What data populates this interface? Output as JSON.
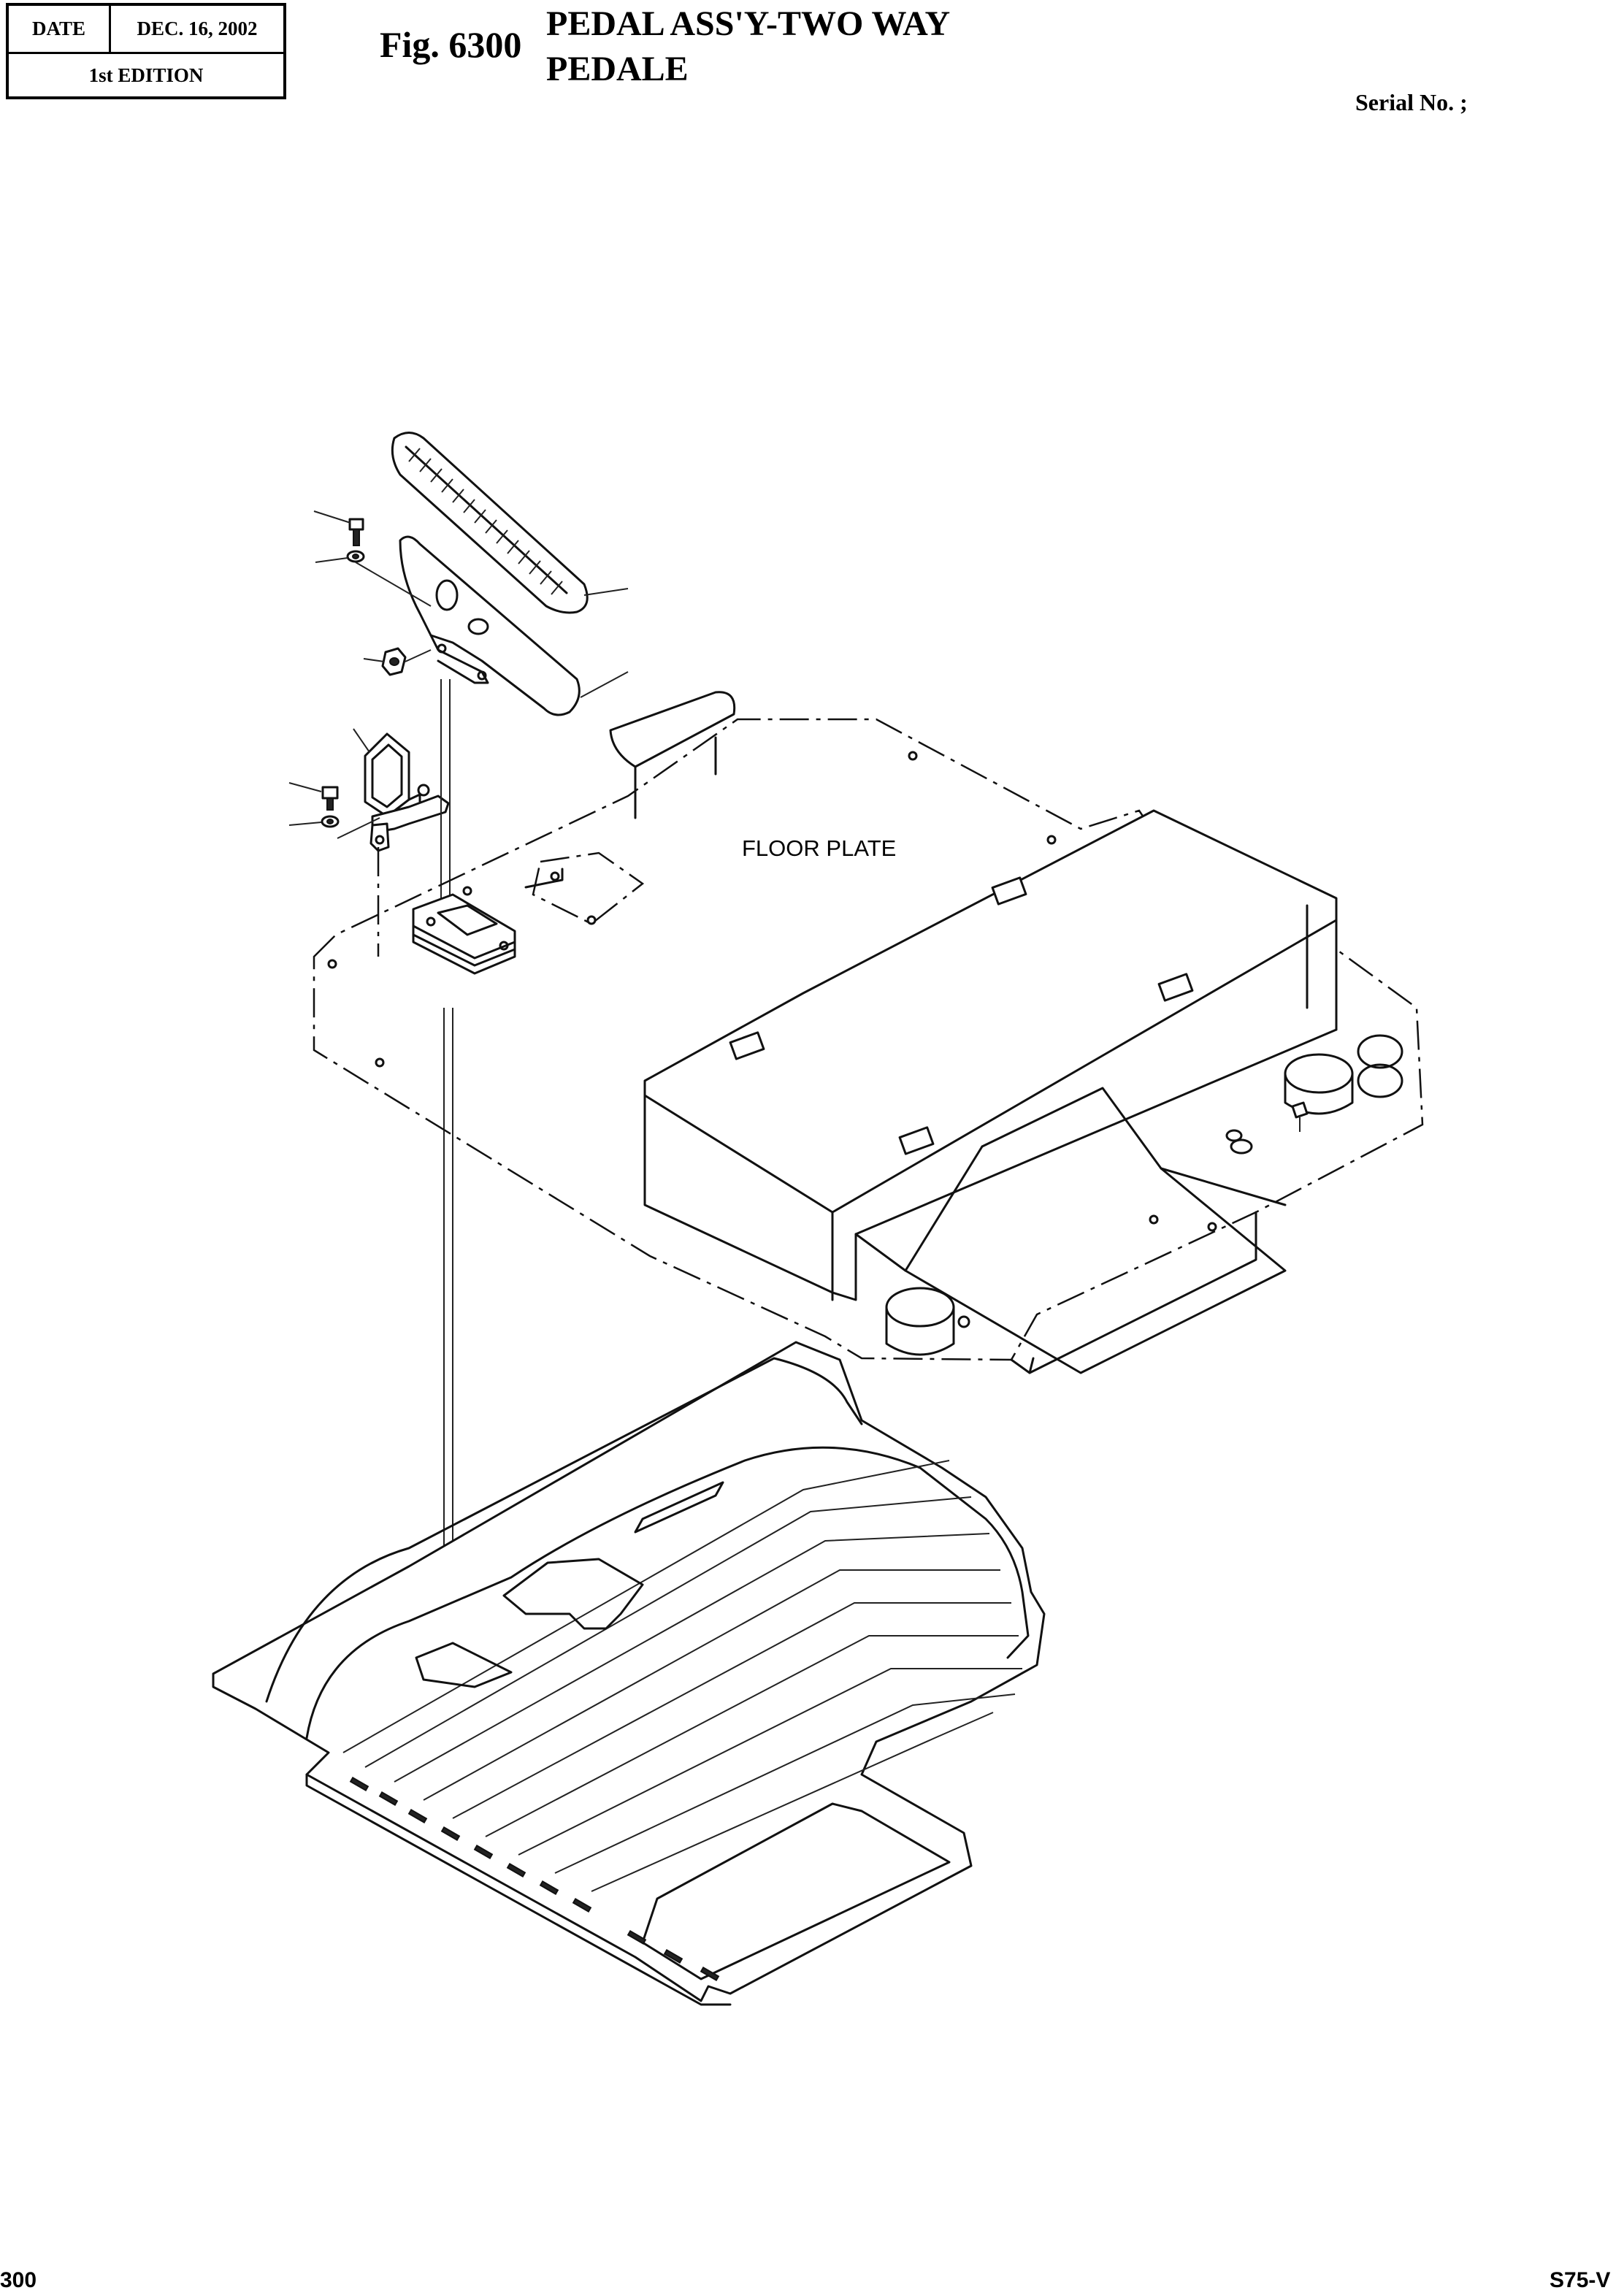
{
  "header": {
    "date_label": "DATE",
    "date_value": "DEC. 16, 2002",
    "edition": "1st EDITION"
  },
  "figure": {
    "number": "Fig. 6300",
    "title_line1": "PEDAL ASS'Y-TWO WAY",
    "title_line2": "PEDALE",
    "serial": "Serial No. ;"
  },
  "diagram": {
    "floor_plate_label": "FLOOR PLATE"
  },
  "footer": {
    "page_number": "300",
    "model": "S75-V"
  }
}
